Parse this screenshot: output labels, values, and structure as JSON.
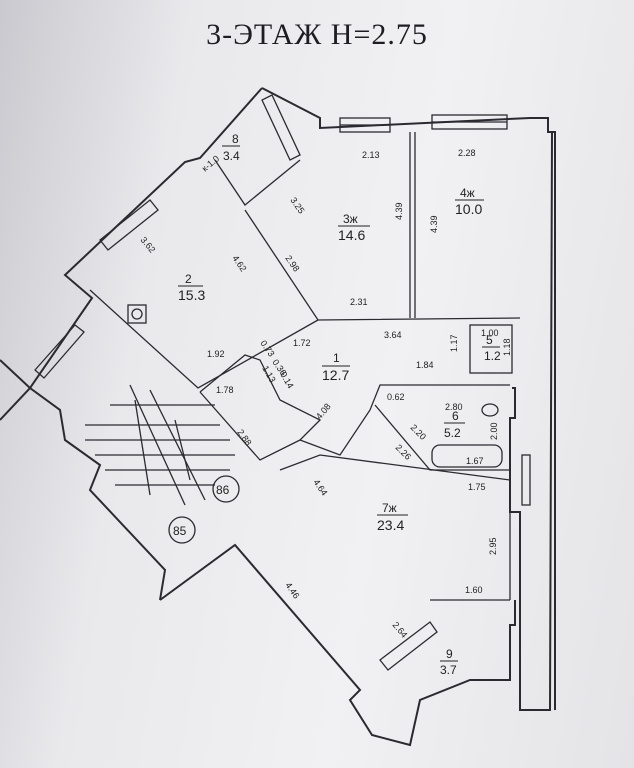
{
  "title": "3-ЭТАЖ  H=2.75",
  "rooms": [
    {
      "num": "8",
      "area": "3.4"
    },
    {
      "num": "3ж",
      "area": "14.6"
    },
    {
      "num": "4ж",
      "area": "10.0"
    },
    {
      "num": "2",
      "area": "15.3"
    },
    {
      "num": "1",
      "area": "12.7"
    },
    {
      "num": "5",
      "area": "1.2"
    },
    {
      "num": "6",
      "area": "5.2"
    },
    {
      "num": "7ж",
      "area": "23.4"
    },
    {
      "num": "9",
      "area": "3.7"
    }
  ],
  "circles": [
    "86",
    "85"
  ],
  "note": "к-1.0",
  "dims": [
    "2.13",
    "2.28",
    "3.25",
    "4.39",
    "4.39",
    "3.62",
    "4.62",
    "2.98",
    "2.31",
    "3.64",
    "1.00",
    "1.17",
    "1.18",
    "0.73",
    "1.72",
    "1.84",
    "1.92",
    "0.36",
    "1.13",
    "0.14",
    "1.78",
    "0.62",
    "2.80",
    "2.00",
    "2.20",
    "4.08",
    "2.88",
    "2.26",
    "1.67",
    "1.75",
    "4.64",
    "2.95",
    "4.46",
    "1.60",
    "2.64"
  ]
}
